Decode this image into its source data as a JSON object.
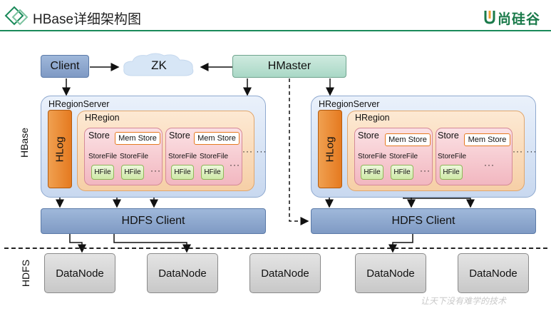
{
  "header": {
    "title": "HBase详细架构图",
    "logo_text": "尚硅谷"
  },
  "nodes": {
    "client": "Client",
    "zk": "ZK",
    "hmaster": "HMaster",
    "hdfs_client": "HDFS Client",
    "datanode": "DataNode"
  },
  "left_server": {
    "label": "HRegionServer",
    "hlog": "HLog",
    "region_label": "HRegion",
    "stores": [
      {
        "label": "Store",
        "mem": "Mem Store",
        "storefiles": [
          "StoreFile",
          "StoreFile"
        ],
        "hfiles": [
          "HFile",
          "HFile"
        ],
        "more": "···"
      },
      {
        "label": "Store",
        "mem": "Mem Store",
        "storefiles": [
          "StoreFile",
          "StoreFile"
        ],
        "hfiles": [
          "HFile",
          "HFile"
        ],
        "more": "···"
      }
    ],
    "more": "··· ···"
  },
  "right_server": {
    "label": "HRegionServer",
    "hlog": "HLog",
    "region_label": "HRegion",
    "stores": [
      {
        "label": "Store",
        "mem": "Mem Store",
        "storefiles": [
          "StoreFile",
          "StoreFile"
        ],
        "hfiles": [
          "HFile",
          "HFile"
        ],
        "more": "···"
      },
      {
        "label": "Store",
        "mem": "Mem Store",
        "storefiles": [
          "StoreFile"
        ],
        "hfiles": [
          "HFile"
        ],
        "more": "···"
      }
    ],
    "more": "··· ···"
  },
  "layers": {
    "hbase": "HBase",
    "hdfs": "HDFS"
  },
  "watermark": "让天下没有难学的技术",
  "colors": {
    "accent": "#1a8a5a",
    "blue_box": "#8fa9cf",
    "hlog": "#e57a20",
    "datanode": "#c8c8c8"
  }
}
